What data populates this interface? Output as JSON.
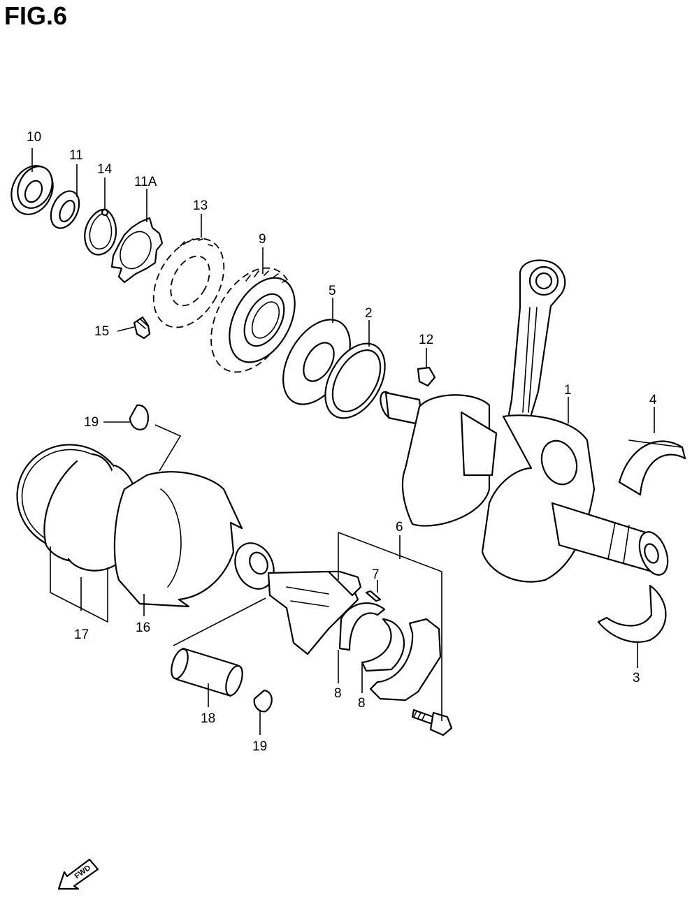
{
  "figure": {
    "title": "FIG.6"
  },
  "callouts": [
    {
      "id": "c10",
      "label": "10"
    },
    {
      "id": "c11",
      "label": "11"
    },
    {
      "id": "c14",
      "label": "14"
    },
    {
      "id": "c11a",
      "label": "11A"
    },
    {
      "id": "c13",
      "label": "13"
    },
    {
      "id": "c9",
      "label": "9"
    },
    {
      "id": "c15",
      "label": "15"
    },
    {
      "id": "c5",
      "label": "5"
    },
    {
      "id": "c2",
      "label": "2"
    },
    {
      "id": "c12",
      "label": "12"
    },
    {
      "id": "c1",
      "label": "1"
    },
    {
      "id": "c4",
      "label": "4"
    },
    {
      "id": "c19a",
      "label": "19"
    },
    {
      "id": "c6",
      "label": "6"
    },
    {
      "id": "c7",
      "label": "7"
    },
    {
      "id": "c17",
      "label": "17"
    },
    {
      "id": "c16",
      "label": "16"
    },
    {
      "id": "c8a",
      "label": "8"
    },
    {
      "id": "c8b",
      "label": "8"
    },
    {
      "id": "c3",
      "label": "3"
    },
    {
      "id": "c18",
      "label": "18"
    },
    {
      "id": "c19b",
      "label": "19"
    }
  ],
  "direction_marker": {
    "label": "FWD"
  }
}
